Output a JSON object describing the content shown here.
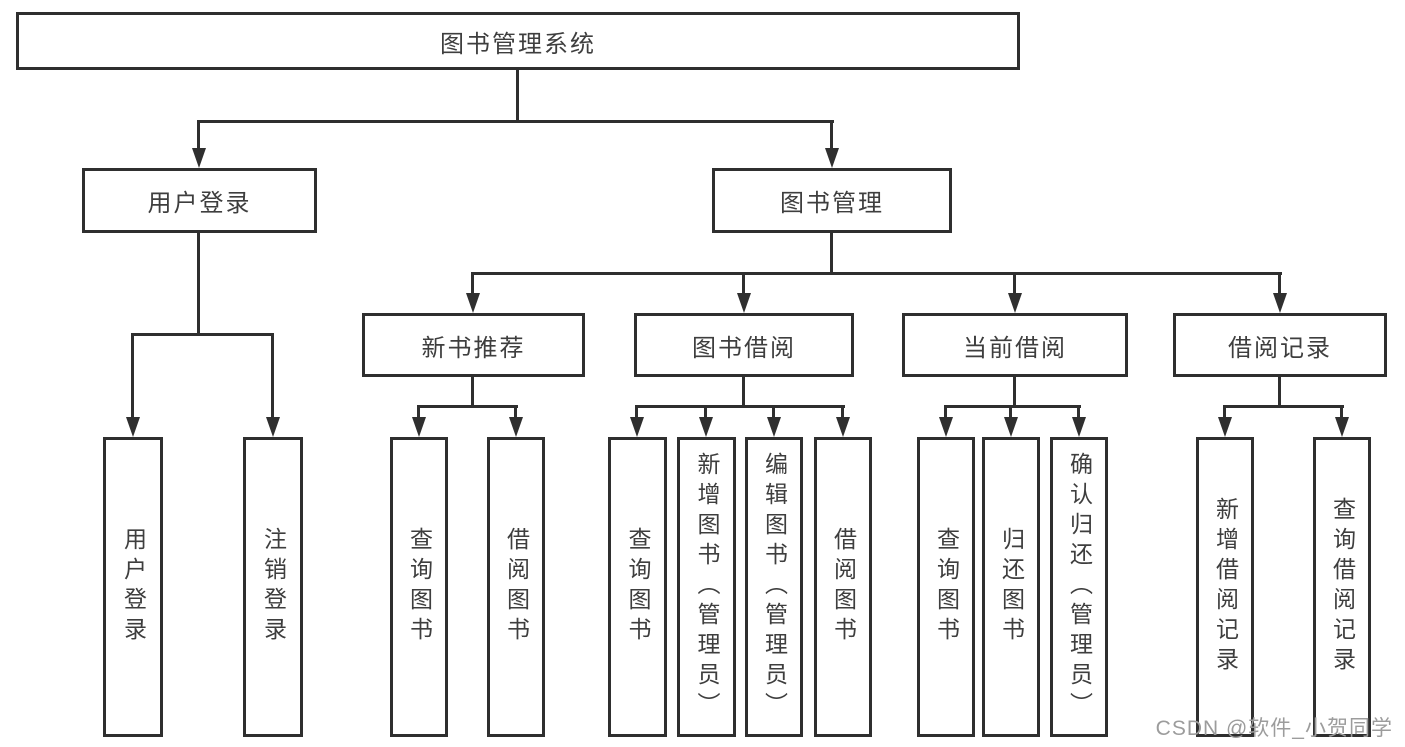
{
  "diagram": {
    "title": "图书管理系统",
    "watermark": "CSDN @软件_小贺同学",
    "colors": {
      "line": "#2f2f2f",
      "text": "#3e3e3e",
      "background": "#ffffff",
      "watermark": "#9c9c9c"
    },
    "nodes": {
      "root": "图书管理系统",
      "user_login": "用户登录",
      "book_management": "图书管理",
      "new_book_rec": "新书推荐",
      "book_borrow": "图书借阅",
      "current_borrow": "当前借阅",
      "borrow_record": "借阅记录",
      "l_user_login": "用户登录",
      "l_logout": "注销登录",
      "l_query_book_a": "查询图书",
      "l_borrow_book_a": "借阅图书",
      "l_query_book_b": "查询图书",
      "l_add_book": "新增图书（管理员）",
      "l_edit_book": "编辑图书（管理员）",
      "l_borrow_book_b": "借阅图书",
      "l_query_book_c": "查询图书",
      "l_return_book": "归还图书",
      "l_confirm_return": "确认归还（管理员）",
      "l_add_record": "新增借阅记录",
      "l_query_record": "查询借阅记录"
    },
    "edges": [
      {
        "from": "root",
        "to": "user_login"
      },
      {
        "from": "root",
        "to": "book_management"
      },
      {
        "from": "user_login",
        "to": "l_user_login"
      },
      {
        "from": "user_login",
        "to": "l_logout"
      },
      {
        "from": "book_management",
        "to": "new_book_rec"
      },
      {
        "from": "book_management",
        "to": "book_borrow"
      },
      {
        "from": "book_management",
        "to": "current_borrow"
      },
      {
        "from": "book_management",
        "to": "borrow_record"
      },
      {
        "from": "new_book_rec",
        "to": "l_query_book_a"
      },
      {
        "from": "new_book_rec",
        "to": "l_borrow_book_a"
      },
      {
        "from": "book_borrow",
        "to": "l_query_book_b"
      },
      {
        "from": "book_borrow",
        "to": "l_add_book"
      },
      {
        "from": "book_borrow",
        "to": "l_edit_book"
      },
      {
        "from": "book_borrow",
        "to": "l_borrow_book_b"
      },
      {
        "from": "current_borrow",
        "to": "l_query_book_c"
      },
      {
        "from": "current_borrow",
        "to": "l_return_book"
      },
      {
        "from": "current_borrow",
        "to": "l_confirm_return"
      },
      {
        "from": "borrow_record",
        "to": "l_add_record"
      },
      {
        "from": "borrow_record",
        "to": "l_query_record"
      }
    ]
  }
}
